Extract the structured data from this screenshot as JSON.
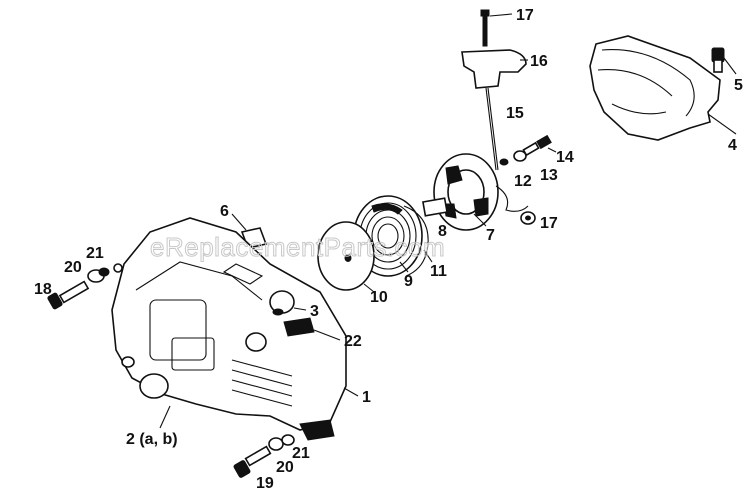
{
  "watermark": "eReplacementParts.com",
  "callouts": {
    "c1": "1",
    "c2": "2 (a, b)",
    "c3": "3",
    "c4": "4",
    "c5": "5",
    "c6": "6",
    "c7": "7",
    "c8": "8",
    "c9": "9",
    "c10": "10",
    "c11": "11",
    "c12": "12",
    "c13": "13",
    "c14": "14",
    "c15": "15",
    "c16": "16",
    "c17a": "17",
    "c17b": "17",
    "c18": "18",
    "c19": "19",
    "c20a": "20",
    "c20b": "20",
    "c21a": "21",
    "c21b": "21",
    "c22": "22"
  }
}
